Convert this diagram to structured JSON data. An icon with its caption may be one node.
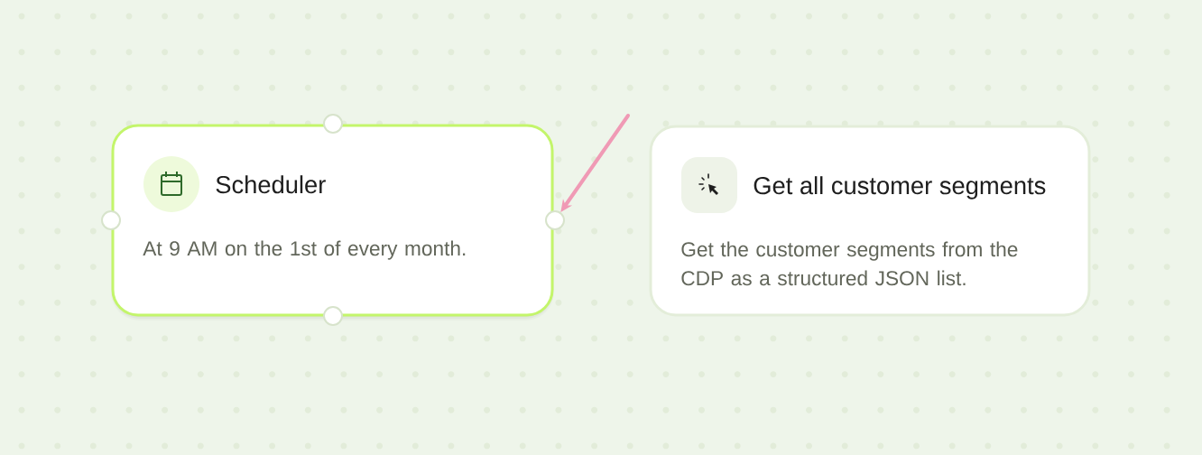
{
  "diagram": {
    "nodes": [
      {
        "text": [
          "Scheduler",
          "At 9 AM on the 1st of every month."
        ]
      },
      {
        "text": [],
        "shape": "circle"
      },
      {
        "text": [],
        "shape": "circle"
      },
      {
        "text": [],
        "shape": "circle"
      },
      {
        "text": [],
        "shape": "circle"
      },
      {
        "text": [
          "Get all customer segments",
          "Get the customer segments from the CDP as a structured JSON list."
        ]
      }
    ],
    "edges": [
      {
        "from": null,
        "to": 3,
        "arrow": "to",
        "color": "#f09ab5"
      }
    ]
  }
}
